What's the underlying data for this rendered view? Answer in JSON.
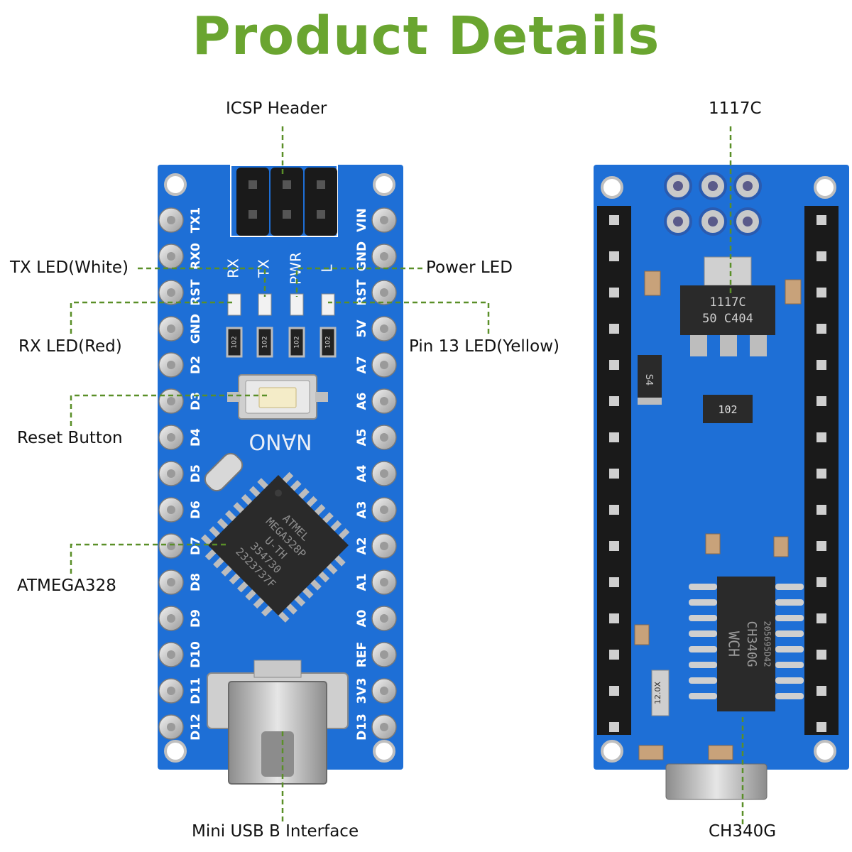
{
  "title": "Product Details",
  "colors": {
    "title": "#6aa530",
    "leader": "#5a8f28",
    "board": "#1e6fd6",
    "board_dark": "#1452ad",
    "pad": "#d9d9d9",
    "header": "#1a1a1a",
    "chip": "#2a2a2a"
  },
  "labels": {
    "icsp": "ICSP Header",
    "tx_led": "TX LED(White)",
    "power_led": "Power LED",
    "rx_led": "RX LED(Red)",
    "pin13_led": "Pin 13 LED(Yellow)",
    "reset": "Reset Button",
    "atmega": "ATMEGA328",
    "usb": "Mini USB B Interface",
    "reg": "1117C",
    "ch340": "CH340G"
  },
  "front_board": {
    "left_pins": [
      "TX1",
      "RX0",
      "RST",
      "GND",
      "D2",
      "D3",
      "D4",
      "D5",
      "D6",
      "D7",
      "D8",
      "D9",
      "D10",
      "D11",
      "D12"
    ],
    "right_pins": [
      "VIN",
      "GND",
      "RST",
      "5V",
      "A7",
      "A6",
      "A5",
      "A4",
      "A3",
      "A2",
      "A1",
      "A0",
      "REF",
      "3V3",
      "D13"
    ],
    "led_labels": [
      "RX",
      "TX",
      "PWR",
      "L"
    ],
    "resistor_marks": [
      "102",
      "102",
      "102",
      "102"
    ],
    "board_name": "NANO",
    "mcu_text": [
      "ATMEL",
      "MEGA328P",
      "U-TH",
      "354730",
      "2323737F"
    ]
  },
  "back_board": {
    "regulator_text": [
      "1117C",
      "50 C404"
    ],
    "diode_text": "S4",
    "resistor_array": "102",
    "crystal_text": "12.0X",
    "usb_chip_text": [
      "WCH",
      "CH340G",
      "205695D42"
    ]
  }
}
